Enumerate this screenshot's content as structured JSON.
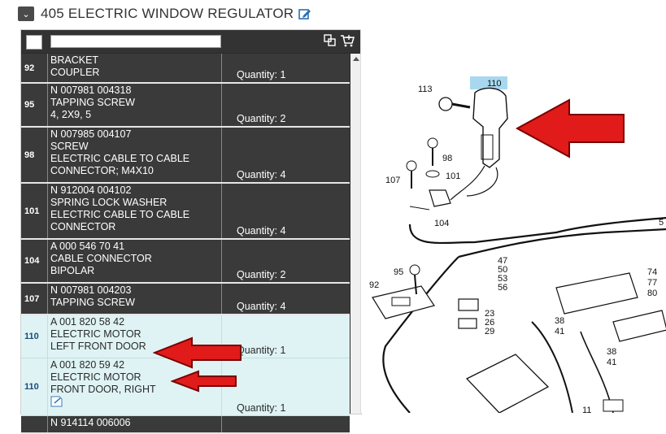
{
  "header": {
    "title": "405 ELECTRIC WINDOW REGULATOR"
  },
  "parts": [
    {
      "num": "92",
      "lines": [
        "BRACKET",
        "COUPLER"
      ],
      "qty_label": "Quantity:",
      "qty": "1",
      "selected": false
    },
    {
      "num": "95",
      "lines": [
        "N 007981 004318",
        "TAPPING SCREW",
        "4, 2X9, 5"
      ],
      "qty_label": "Quantity:",
      "qty": "2",
      "selected": false
    },
    {
      "num": "98",
      "lines": [
        "N 007985 004107",
        "SCREW",
        "ELECTRIC CABLE TO CABLE",
        "CONNECTOR; M4X10"
      ],
      "qty_label": "Quantity:",
      "qty": "4",
      "selected": false
    },
    {
      "num": "101",
      "lines": [
        "N 912004 004102",
        "SPRING LOCK WASHER",
        "ELECTRIC CABLE TO CABLE",
        "CONNECTOR"
      ],
      "qty_label": "Quantity:",
      "qty": "4",
      "selected": false
    },
    {
      "num": "104",
      "lines": [
        "A 000 546 70 41",
        "CABLE CONNECTOR",
        "BIPOLAR"
      ],
      "qty_label": "Quantity:",
      "qty": "2",
      "selected": false
    },
    {
      "num": "107",
      "lines": [
        "N 007981 004203",
        "TAPPING SCREW"
      ],
      "qty_label": "Quantity:",
      "qty": "4",
      "selected": false
    },
    {
      "num": "110",
      "lines": [
        "A 001 820 58 42",
        "ELECTRIC MOTOR",
        "LEFT FRONT DOOR"
      ],
      "qty_label": "Quantity:",
      "qty": "1",
      "selected": true
    },
    {
      "num": "110",
      "lines": [
        "A 001 820 59 42",
        "ELECTRIC MOTOR",
        "FRONT DOOR, RIGHT"
      ],
      "qty_label": "Quantity:",
      "qty": "1",
      "selected": true,
      "note_icon": "note-icon"
    },
    {
      "num": "",
      "lines": [
        "N 914114 006006"
      ],
      "qty_label": "",
      "qty": "",
      "selected": false
    }
  ],
  "diagram": {
    "labels": [
      "113",
      "110",
      "98",
      "107",
      "101",
      "104",
      "95",
      "92",
      "47",
      "50",
      "53",
      "56",
      "23",
      "26",
      "29",
      "74",
      "77",
      "80",
      "38",
      "41",
      "38",
      "41",
      "5",
      "11"
    ]
  },
  "colors": {
    "accent_arrow": "#e11a1a",
    "selected_row": "#dff3f4",
    "dark_row": "#333333",
    "highlight_110": "#a8d8f0"
  },
  "icons": {
    "collapse": "chevron-down-icon",
    "edit": "edit-icon",
    "tree": "tree-icon",
    "cart": "cart-icon"
  }
}
